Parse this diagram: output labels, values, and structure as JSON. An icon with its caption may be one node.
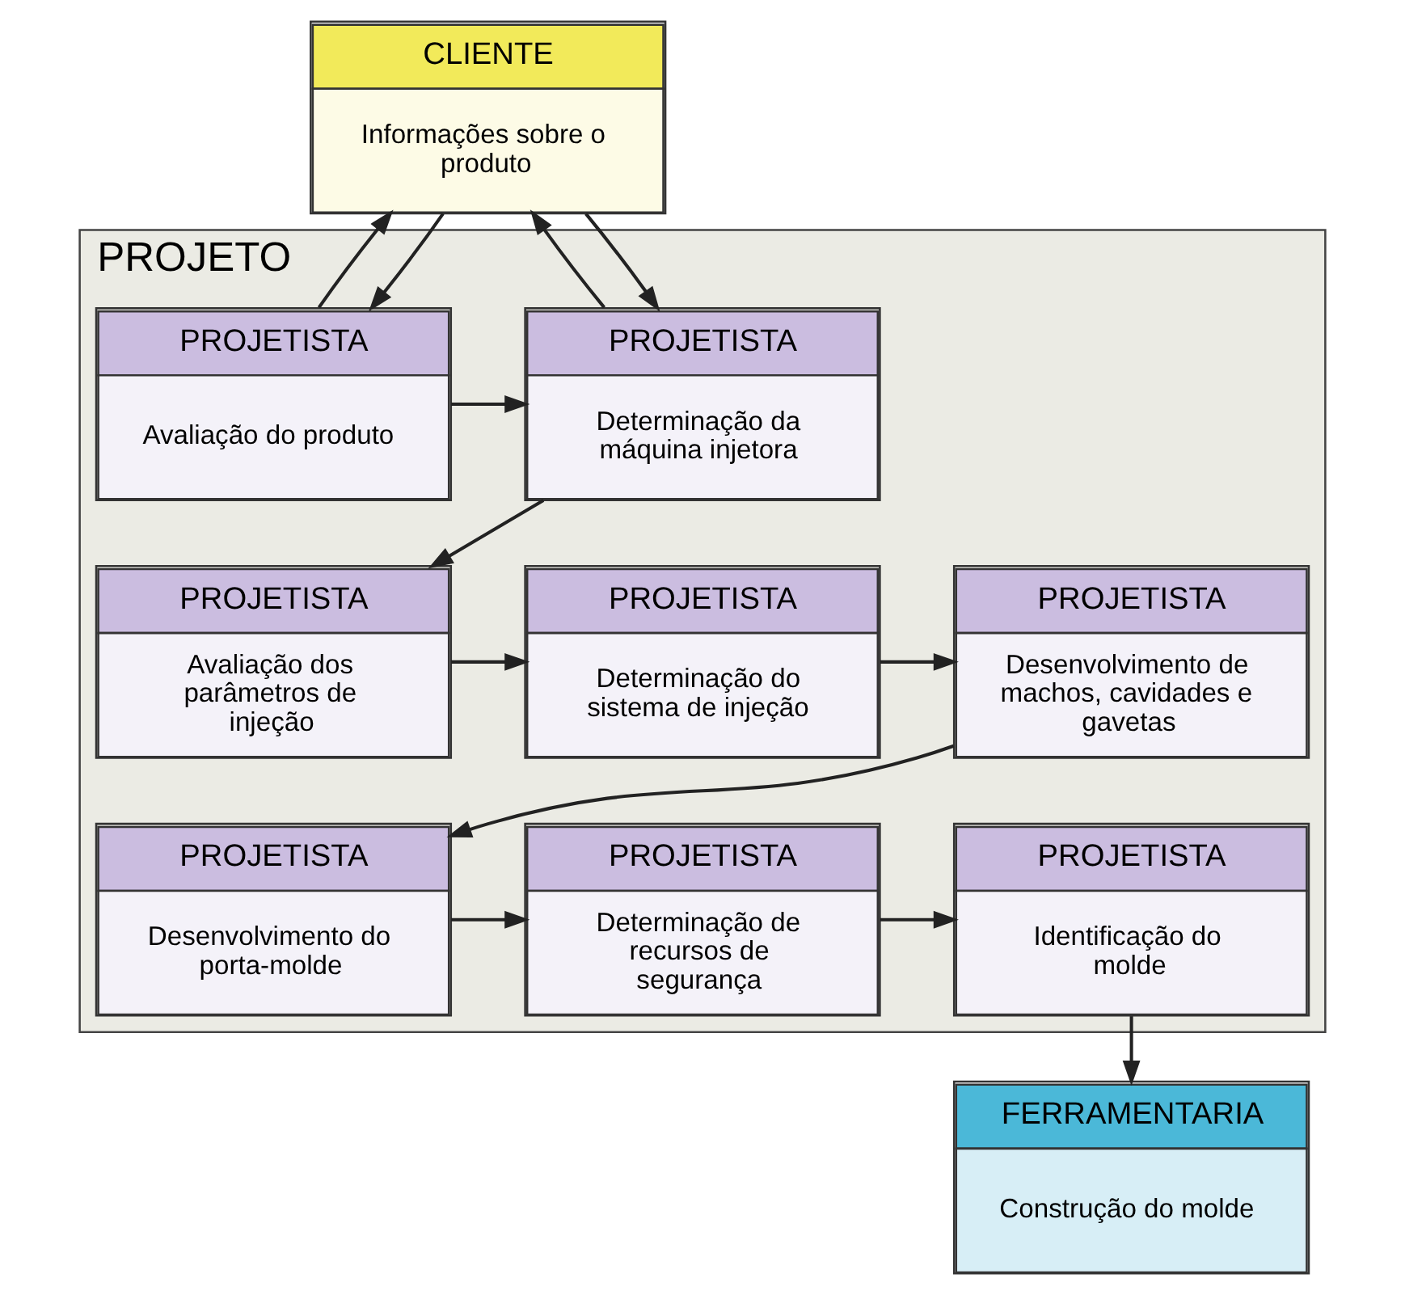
{
  "diagram": {
    "nodes": [
      {
        "text": [
          "CLIENTE",
          "Informações sobre o produto"
        ]
      },
      {
        "text": [
          "PROJETO"
        ]
      },
      {
        "text": [
          "PROJETISTA",
          "Avaliação do produto"
        ],
        "in": 1
      },
      {
        "text": [
          "PROJETISTA",
          "Determinação da máquina injetora"
        ],
        "in": 1
      },
      {
        "text": [
          "PROJETISTA",
          "Desenvolvimento de machos, cavidades e gavetas"
        ],
        "in": 1
      },
      {
        "text": [
          "PROJETISTA",
          "Determinação do sistema de injeção"
        ],
        "in": 1
      },
      {
        "text": [
          "PROJETISTA",
          "Avaliação dos parâmetros de injeção"
        ],
        "in": 1
      },
      {
        "text": [
          "PROJETISTA",
          "Desenvolvimento do porta-molde"
        ],
        "in": 1
      },
      {
        "text": [
          "PROJETISTA",
          "Determinação de recursos de segurança"
        ],
        "in": 1
      },
      {
        "text": [
          "PROJETISTA",
          "Identificação do molde"
        ],
        "in": 1
      },
      {
        "text": [
          "FERRAMENTARIA",
          "Construção do molde"
        ]
      }
    ],
    "edges": [
      {
        "from": 0,
        "to": 2,
        "arrow": "to"
      },
      {
        "from": 0,
        "to": 3,
        "arrow": "to"
      },
      {
        "from": 2,
        "to": 0,
        "arrow": "to"
      },
      {
        "from": 3,
        "to": 0,
        "arrow": "to"
      },
      {
        "from": 2,
        "to": 3,
        "arrow": "to"
      },
      {
        "from": 3,
        "to": 6,
        "arrow": "to"
      },
      {
        "from": 6,
        "to": 5,
        "arrow": "to"
      },
      {
        "from": 5,
        "to": 4,
        "arrow": "to"
      },
      {
        "from": 4,
        "to": 7,
        "arrow": "to"
      },
      {
        "from": 7,
        "to": 8,
        "arrow": "to"
      },
      {
        "from": 8,
        "to": 9,
        "arrow": "to"
      },
      {
        "from": 9,
        "to": 10,
        "arrow": "to"
      }
    ]
  }
}
